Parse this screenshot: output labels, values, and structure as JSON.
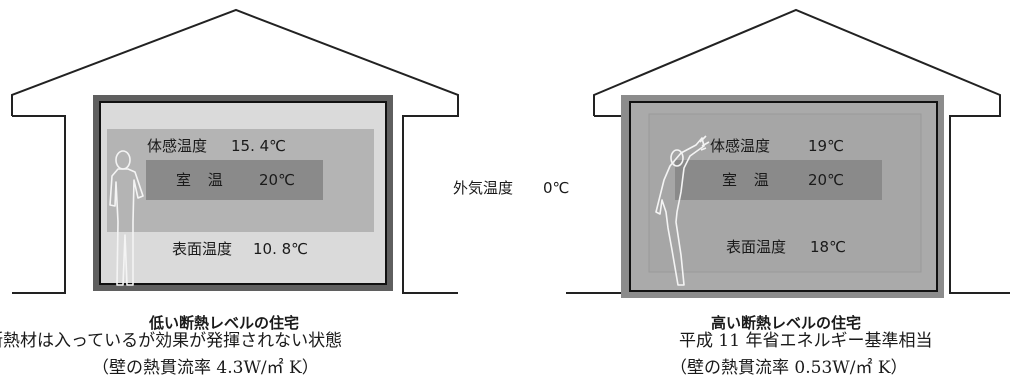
{
  "outside": {
    "label": "外気温度",
    "value": "0℃"
  },
  "houses": [
    {
      "felt_label": "体感温度",
      "felt_value": "15. 4℃",
      "room_label": "室 温",
      "room_value": "20℃",
      "surface_label": "表面温度",
      "surface_value": "10. 8℃",
      "title": "低い断熱レベルの住宅",
      "desc": "断熱材は入っているが効果が発揮されない状態",
      "spec": "（壁の熱貫流率 4.3W/㎡ K）",
      "wall_color": "#5f5f5f",
      "interior_color": "#dadada",
      "felt_zone_color": "#b4b4b4",
      "room_zone_color": "#8a8a8a"
    },
    {
      "felt_label": "体感温度",
      "felt_value": "19℃",
      "room_label": "室 温",
      "room_value": "20℃",
      "surface_label": "表面温度",
      "surface_value": "18℃",
      "title": "高い断熱レベルの住宅",
      "desc": "平成 11 年省エネルギー基準相当",
      "spec": "（壁の熱貫流率 0.53W/㎡ K）",
      "wall_color": "#8c8c8c",
      "interior_color": "#aaaaaa",
      "felt_zone_color": "#a6a6a6",
      "room_zone_color": "#8a8a8a"
    }
  ]
}
